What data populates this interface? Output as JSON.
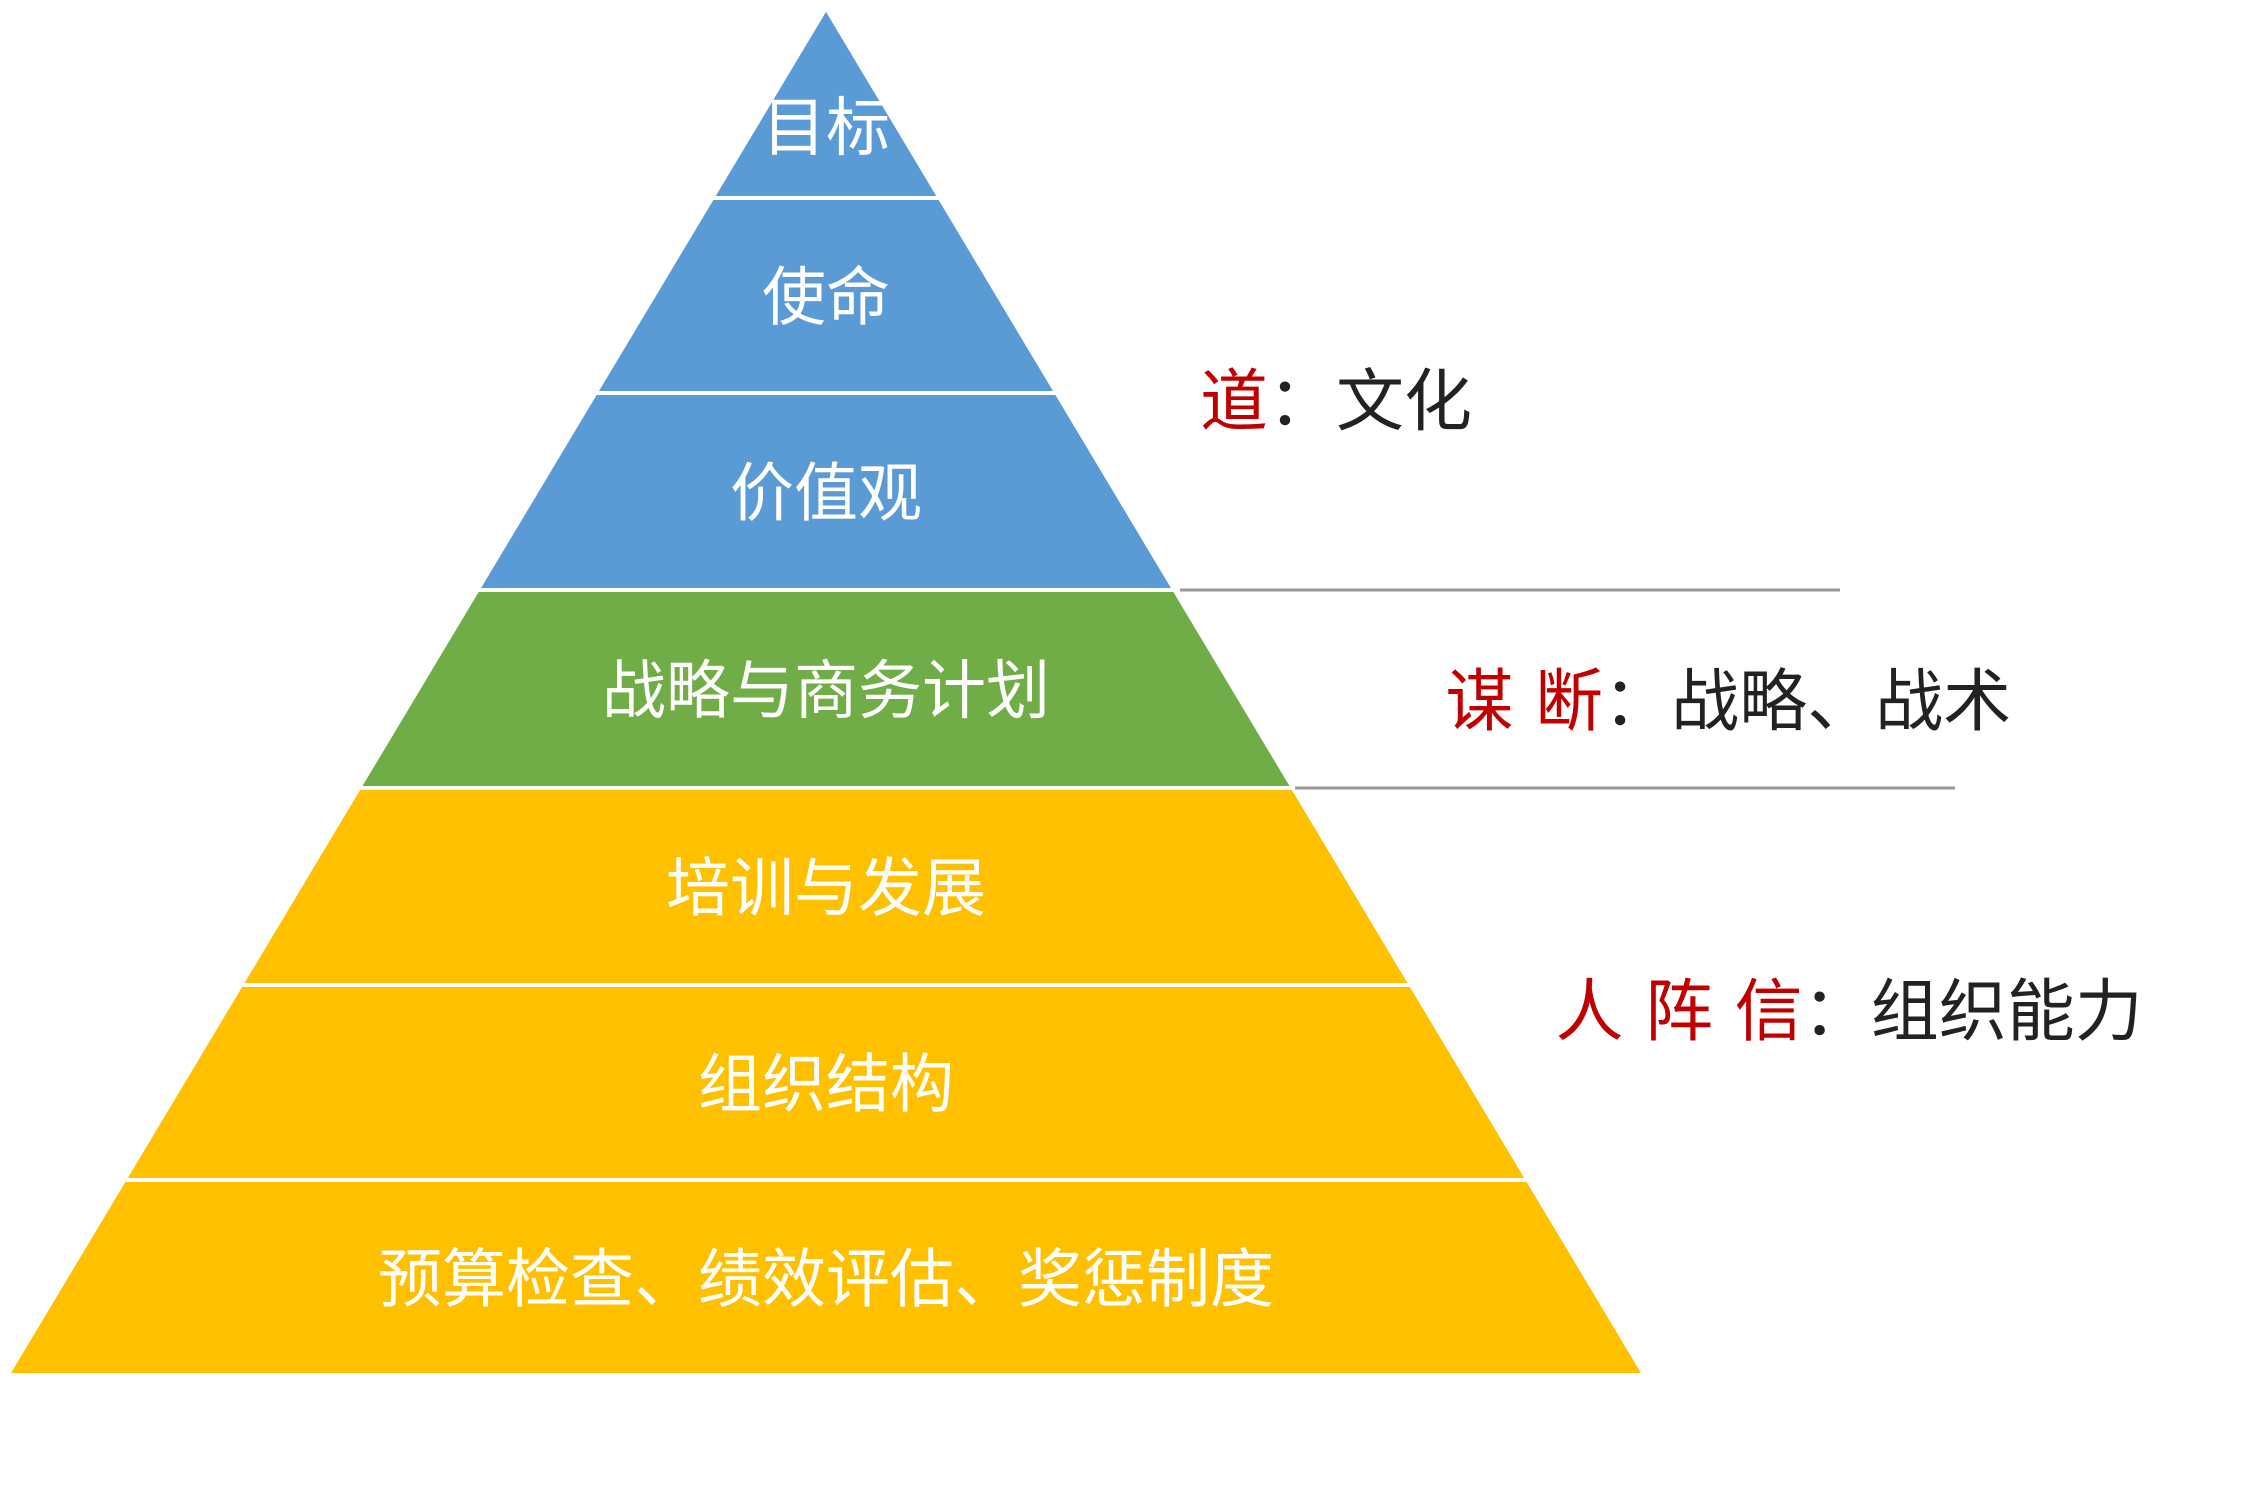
{
  "layers": [
    {
      "label": "目标",
      "color": "#5b9bd5"
    },
    {
      "label": "使命",
      "color": "#5b9bd5"
    },
    {
      "label": "价值观",
      "color": "#5b9bd5"
    },
    {
      "label": "战略与商务计划",
      "color": "#70ad47"
    },
    {
      "label": "培训与发展",
      "color": "#ffc000"
    },
    {
      "label": "组织结构",
      "color": "#ffc000"
    },
    {
      "label": "预算检查、绩效评估、奖惩制度",
      "color": "#ffc000"
    }
  ],
  "groups": [
    {
      "key": "道",
      "separator": "：",
      "description": "文化"
    },
    {
      "key": "谋 断",
      "separator": "：",
      "description": "战略、战术"
    },
    {
      "key": "人 阵 信",
      "separator": "：",
      "description": "组织能力"
    }
  ],
  "colors": {
    "key_text": "#c00000",
    "body_text": "#222222",
    "divider": "#999999",
    "layer_border": "#ffffff"
  }
}
